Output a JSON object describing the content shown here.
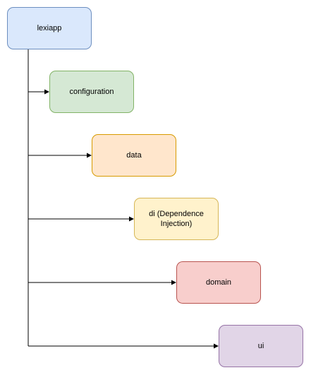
{
  "diagram": {
    "root": {
      "label": "lexiapp",
      "fill": "#dae8fc",
      "stroke": "#6c8ebf"
    },
    "children": [
      {
        "label": "configuration",
        "fill": "#d5e8d4",
        "stroke": "#82b366"
      },
      {
        "label": "data",
        "fill": "#ffe6cc",
        "stroke": "#d79b00"
      },
      {
        "label": "di (Dependence Injection)",
        "fill": "#fff2cc",
        "stroke": "#d6b656"
      },
      {
        "label": "domain",
        "fill": "#f8cecc",
        "stroke": "#b85450"
      },
      {
        "label": "ui",
        "fill": "#e1d5e7",
        "stroke": "#9673a6"
      }
    ],
    "connector_color": "#000000"
  }
}
